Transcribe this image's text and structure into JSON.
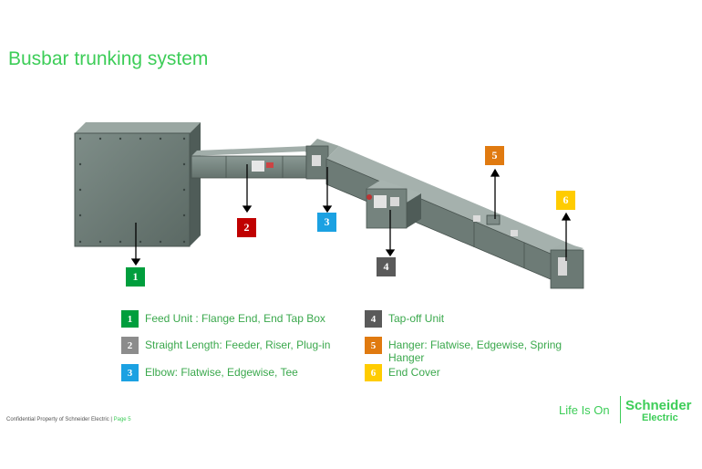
{
  "title": "Busbar trunking system",
  "colors": {
    "green": "#3dcd58",
    "c1": "#009e3d",
    "c2": "#8c8c8c",
    "c3": "#1ba1e2",
    "c4": "#5a5a5a",
    "c5": "#e07a10",
    "c6": "#ffcc00",
    "red_badge": "#c00000"
  },
  "callouts": {
    "c1": "1",
    "c2": "2",
    "c3": "3",
    "c4": "4",
    "c5": "5",
    "c6": "6"
  },
  "legend": [
    {
      "num": "1",
      "text": "Feed Unit : Flange End, End Tap Box"
    },
    {
      "num": "2",
      "text": "Straight Length: Feeder, Riser, Plug-in"
    },
    {
      "num": "3",
      "text": "Elbow:  Flatwise, Edgewise, Tee"
    },
    {
      "num": "4",
      "text": "Tap-off Unit"
    },
    {
      "num": "5",
      "text": "Hanger: Flatwise, Edgewise, Spring Hanger"
    },
    {
      "num": "6",
      "text": "End Cover"
    }
  ],
  "footer": {
    "confidential": "Confidential Property of Schneider Electric | ",
    "page": "Page 5"
  },
  "brand": {
    "tagline": "Life Is On",
    "name": "Schneider",
    "sub": "Electric",
    "icon": "schneider-logo-icon"
  }
}
